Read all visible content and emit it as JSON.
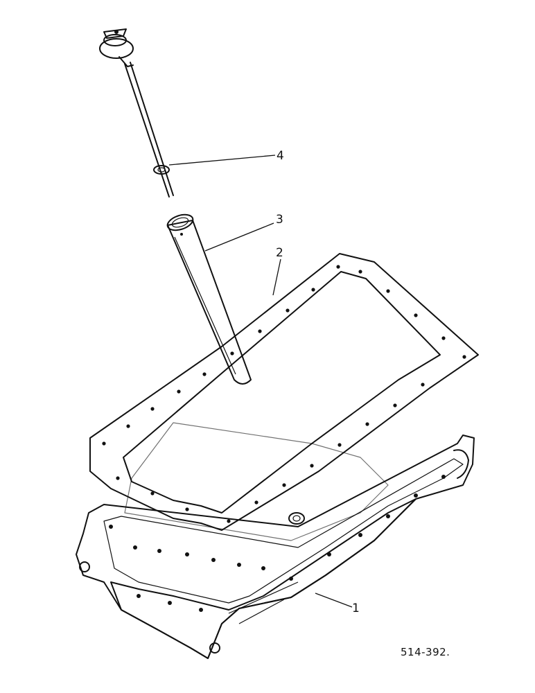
{
  "callouts": [
    {
      "id": "1",
      "label": "1"
    },
    {
      "id": "2",
      "label": "2"
    },
    {
      "id": "3",
      "label": "3"
    },
    {
      "id": "4",
      "label": "4"
    }
  ],
  "drawing_number": "514-392.",
  "parts": [
    {
      "callout": "1",
      "icon": "oil-pan-icon"
    },
    {
      "callout": "2",
      "icon": "gasket-icon"
    },
    {
      "callout": "3",
      "icon": "tube-icon"
    },
    {
      "callout": "4",
      "icon": "dipstick-icon"
    }
  ]
}
